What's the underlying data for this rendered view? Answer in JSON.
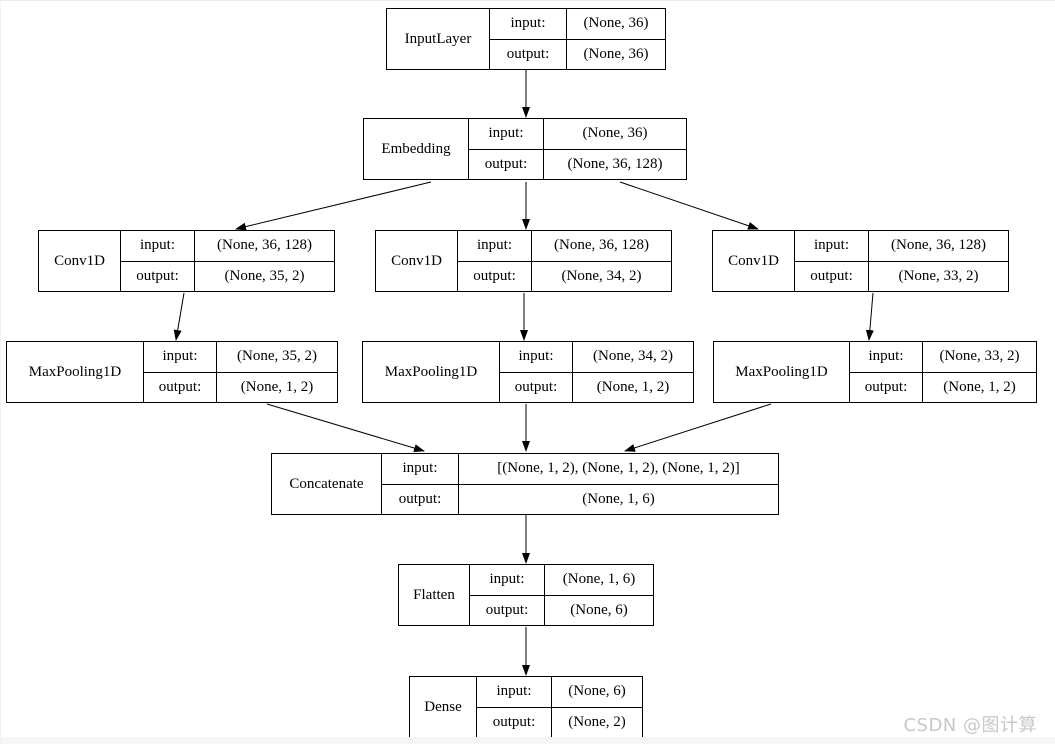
{
  "colors": {
    "background": "#ffffff",
    "node_border": "#000000",
    "edge": "#000000",
    "watermark": "#c6c8cb"
  },
  "watermark": {
    "text": "CSDN @图计算"
  },
  "diagram": {
    "labels": {
      "input": "input:",
      "output": "output:"
    },
    "nodes": [
      {
        "id": "inputlayer",
        "label": "InputLayer",
        "input_shape": "(None, 36)",
        "output_shape": "(None, 36)"
      },
      {
        "id": "embedding",
        "label": "Embedding",
        "input_shape": "(None, 36)",
        "output_shape": "(None, 36, 128)"
      },
      {
        "id": "conv1d-left",
        "label": "Conv1D",
        "input_shape": "(None, 36, 128)",
        "output_shape": "(None, 35, 2)"
      },
      {
        "id": "conv1d-mid",
        "label": "Conv1D",
        "input_shape": "(None, 36, 128)",
        "output_shape": "(None, 34, 2)"
      },
      {
        "id": "conv1d-right",
        "label": "Conv1D",
        "input_shape": "(None, 36, 128)",
        "output_shape": "(None, 33, 2)"
      },
      {
        "id": "maxpooling1d-left",
        "label": "MaxPooling1D",
        "input_shape": "(None, 35, 2)",
        "output_shape": "(None, 1, 2)"
      },
      {
        "id": "maxpooling1d-mid",
        "label": "MaxPooling1D",
        "input_shape": "(None, 34, 2)",
        "output_shape": "(None, 1, 2)"
      },
      {
        "id": "maxpooling1d-right",
        "label": "MaxPooling1D",
        "input_shape": "(None, 33, 2)",
        "output_shape": "(None, 1, 2)"
      },
      {
        "id": "concatenate",
        "label": "Concatenate",
        "input_shape": "[(None, 1, 2), (None, 1, 2), (None, 1, 2)]",
        "output_shape": "(None, 1, 6)"
      },
      {
        "id": "flatten",
        "label": "Flatten",
        "input_shape": "(None, 1, 6)",
        "output_shape": "(None, 6)"
      },
      {
        "id": "dense",
        "label": "Dense",
        "input_shape": "(None, 6)",
        "output_shape": "(None, 2)"
      }
    ],
    "edges": [
      {
        "from": "inputlayer",
        "to": "embedding"
      },
      {
        "from": "embedding",
        "to": "conv1d-left"
      },
      {
        "from": "embedding",
        "to": "conv1d-mid"
      },
      {
        "from": "embedding",
        "to": "conv1d-right"
      },
      {
        "from": "conv1d-left",
        "to": "maxpooling1d-left"
      },
      {
        "from": "conv1d-mid",
        "to": "maxpooling1d-mid"
      },
      {
        "from": "conv1d-right",
        "to": "maxpooling1d-right"
      },
      {
        "from": "maxpooling1d-left",
        "to": "concatenate"
      },
      {
        "from": "maxpooling1d-mid",
        "to": "concatenate"
      },
      {
        "from": "maxpooling1d-right",
        "to": "concatenate"
      },
      {
        "from": "concatenate",
        "to": "flatten"
      },
      {
        "from": "flatten",
        "to": "dense"
      }
    ]
  }
}
